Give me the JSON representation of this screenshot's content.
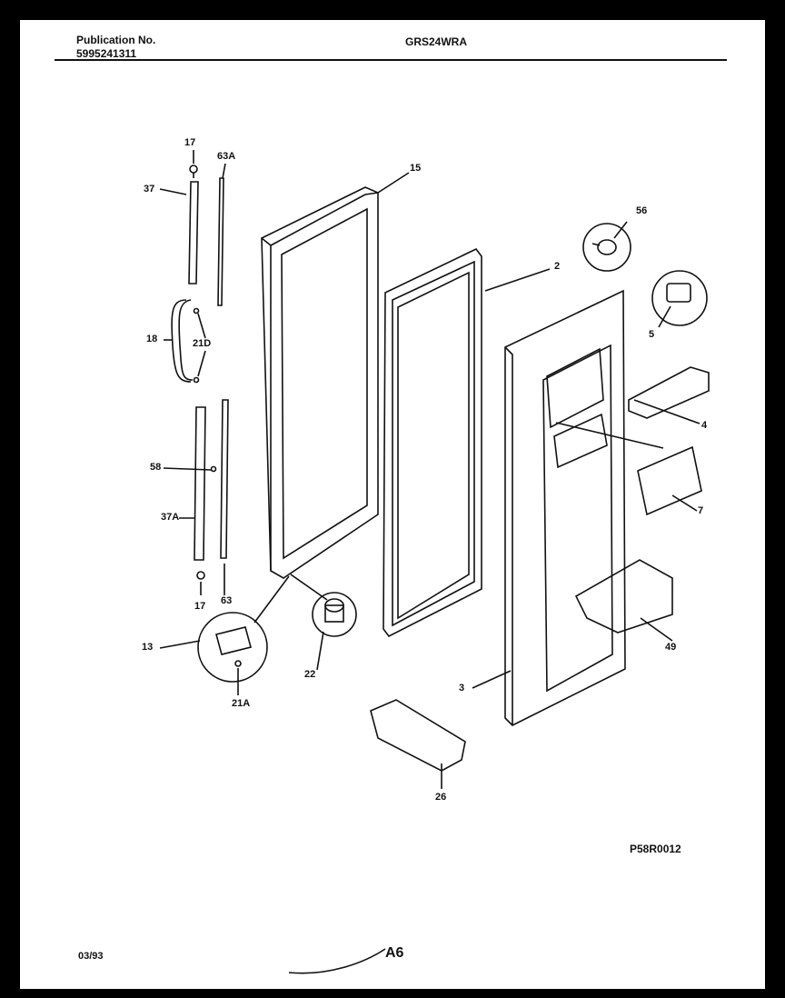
{
  "header": {
    "publication_label": "Publication No.",
    "publication_number": "5995241311",
    "model": "GRS24WRA"
  },
  "footer": {
    "date": "03/93",
    "page": "A6"
  },
  "diagram_code": "P58R0012",
  "callouts": {
    "c17_top": "17",
    "c63A": "63A",
    "c37": "37",
    "c15": "15",
    "c2": "2",
    "c56": "56",
    "c18": "18",
    "c21D": "21D",
    "c5": "5",
    "c4": "4",
    "c58": "58",
    "c7": "7",
    "c37A": "37A",
    "c17_bottom": "17",
    "c63": "63",
    "c13": "13",
    "c22": "22",
    "c49": "49",
    "c21A": "21A",
    "c3": "3",
    "c26": "26"
  }
}
